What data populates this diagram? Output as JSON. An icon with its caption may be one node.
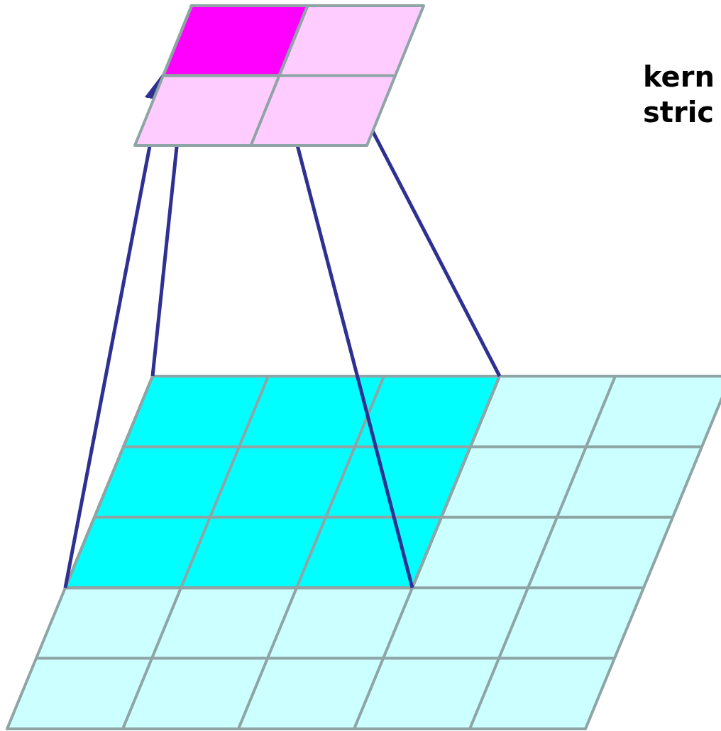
{
  "diagram": {
    "nodes": [
      {
        "text": [],
        "shape": "box"
      },
      {
        "text": [],
        "shape": "box",
        "in": 0
      },
      {
        "text": [],
        "shape": "box"
      },
      {
        "text": [],
        "shape": "box",
        "in": 2
      }
    ],
    "edges": [
      {
        "from": 3,
        "to": 1,
        "arrow": "to"
      },
      {
        "from": 3,
        "to": 1,
        "arrow": "none"
      },
      {
        "from": 3,
        "to": 1,
        "arrow": "none"
      },
      {
        "from": 3,
        "to": 1,
        "arrow": "none"
      }
    ],
    "labels": [
      "kern",
      "stric"
    ]
  }
}
